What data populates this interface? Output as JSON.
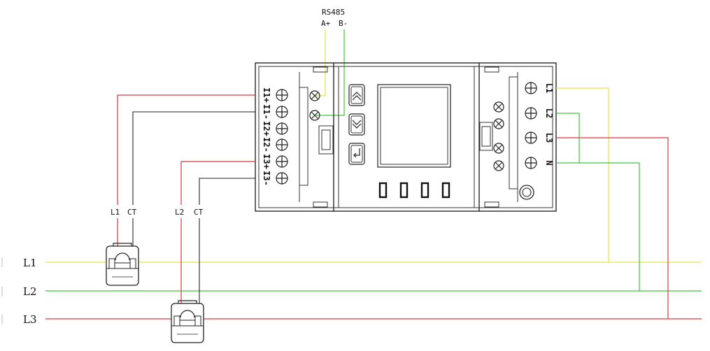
{
  "rs485": {
    "title": "RS485",
    "a": "A+",
    "b": "B-"
  },
  "left_terminals": [
    "I1+",
    "I1-",
    "I2+",
    "I2-",
    "I3+",
    "I3-"
  ],
  "right_terminals": [
    "L1",
    "L2",
    "L3",
    "N"
  ],
  "ct_labels": {
    "ct1_line": "L1",
    "ct1_ct": "CT",
    "ct2_line": "L2",
    "ct2_ct": "CT"
  },
  "bus_lines": [
    {
      "label": "L1",
      "color": "#e8e14a"
    },
    {
      "label": "L2",
      "color": "#3cc73c"
    },
    {
      "label": "L3",
      "color": "#d63a3a"
    }
  ],
  "wire_colors": {
    "yellow": "#e8e14a",
    "green": "#3cc73c",
    "red": "#d63a3a",
    "dark": "#222222"
  }
}
